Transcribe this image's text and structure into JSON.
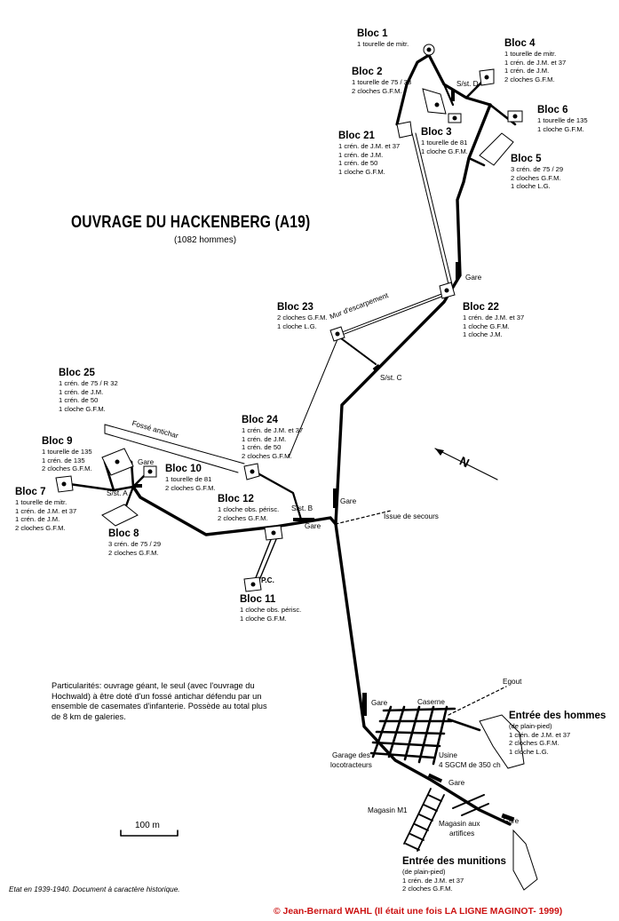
{
  "title": "OUVRAGE DU HACKENBERG (A19)",
  "subtitle": "(1082 hommes)",
  "blocs": [
    {
      "id": "b1",
      "name": "Bloc 1",
      "lines": [
        "1 tourelle de mitr."
      ]
    },
    {
      "id": "b2",
      "name": "Bloc 2",
      "lines": [
        "1 tourelle de 75 / 33",
        "2 cloches G.F.M."
      ]
    },
    {
      "id": "b3",
      "name": "Bloc 3",
      "lines": [
        "1 tourelle de 81",
        "1 cloche G.F.M."
      ]
    },
    {
      "id": "b4",
      "name": "Bloc 4",
      "lines": [
        "1 tourelle de mitr.",
        "1 crén. de J.M. et 37",
        "1 crén. de J.M.",
        "2 cloches G.F.M."
      ]
    },
    {
      "id": "b5",
      "name": "Bloc 5",
      "lines": [
        "3 crén. de 75 / 29",
        "2 cloches G.F.M.",
        "1 cloche L.G."
      ]
    },
    {
      "id": "b6",
      "name": "Bloc 6",
      "lines": [
        "1 tourelle de 135",
        "1 cloche G.F.M."
      ]
    },
    {
      "id": "b21",
      "name": "Bloc 21",
      "lines": [
        "1 crén. de J.M. et 37",
        "1 crén. de J.M.",
        "1 crén. de 50",
        "1 cloche G.F.M."
      ]
    },
    {
      "id": "b22",
      "name": "Bloc 22",
      "lines": [
        "1 crén. de J.M. et 37",
        "1 cloche G.F.M.",
        "1 cloche J.M."
      ]
    },
    {
      "id": "b23",
      "name": "Bloc 23",
      "lines": [
        "2 cloches G.F.M.",
        "1 cloche L.G."
      ]
    },
    {
      "id": "b24",
      "name": "Bloc 24",
      "lines": [
        "1 crén. de J.M. et 37",
        "1 crén. de J.M.",
        "1 crén. de 50",
        "2 cloches G.F.M."
      ]
    },
    {
      "id": "b25",
      "name": "Bloc 25",
      "lines": [
        "1 crén. de 75 / R 32",
        "1 crén. de J.M.",
        "1 crén. de 50",
        "1 cloche G.F.M."
      ]
    },
    {
      "id": "b9",
      "name": "Bloc 9",
      "lines": [
        "1 tourelle de 135",
        "1 crén. de 135",
        "2 cloches G.F.M."
      ]
    },
    {
      "id": "b10",
      "name": "Bloc 10",
      "lines": [
        "1 tourelle de 81",
        "2 cloches G.F.M."
      ]
    },
    {
      "id": "b7",
      "name": "Bloc 7",
      "lines": [
        "1 tourelle de mitr.",
        "1 crén. de J.M. et 37",
        "1 crén. de J.M.",
        "2 cloches G.F.M."
      ]
    },
    {
      "id": "b8",
      "name": "Bloc 8",
      "lines": [
        "3 crén. de 75 / 29",
        "2 cloches G.F.M."
      ]
    },
    {
      "id": "b12",
      "name": "Bloc 12",
      "lines": [
        "1 cloche obs. périsc.",
        "2 cloches G.F.M."
      ]
    },
    {
      "id": "b11",
      "name": "Bloc 11",
      "lines": [
        "1 cloche obs. périsc.",
        "1 cloche G.F.M."
      ]
    },
    {
      "id": "eh",
      "name": "Entrée des hommes",
      "lines": [
        "(de plain-pied)",
        "1 crén. de J.M. et 37",
        "2 cloches G.F.M.",
        "1 cloche L.G."
      ]
    },
    {
      "id": "em",
      "name": "Entrée des munitions",
      "lines": [
        "(de plain-pied)",
        "1 crén. de J.M. et 37",
        "2 cloches G.F.M."
      ]
    }
  ],
  "notes": {
    "sstD": "S/st. D",
    "sstC": "S/st. C",
    "sstB": "S/st. B",
    "sstA": "S/st. A",
    "gare": "Gare",
    "mur": "Mur d'escarpement",
    "fosse": "Fossé antichar",
    "issue": "Issue de secours",
    "pc": "P.C.",
    "caserne": "Caserne",
    "egout": "Egout",
    "usine": "Usine",
    "usine2": "4 SGCM de 350 ch",
    "garage1": "Garage des",
    "garage2": "locotracteurs",
    "magasinM1": "Magasin M1",
    "magasinArt1": "Magasin aux",
    "magasinArt2": "artifices",
    "north": "N"
  },
  "particularites": "Particularités: ouvrage géant, le seul (avec l'ouvrage du Hochwald) à être doté d'un fossé antichar défendu par un ensemble de casemates d'infanterie. Possède au total plus de 8 km de galeries.",
  "scale_label": "100 m",
  "etat": "Etat en 1939-1940. Document à caractère historique.",
  "copyright": "© Jean-Bernard WAHL (Il était une fois LA LIGNE MAGINOT- 1999)",
  "colors": {
    "ink": "#000000",
    "copyright": "#cc1111",
    "background": "#ffffff"
  }
}
